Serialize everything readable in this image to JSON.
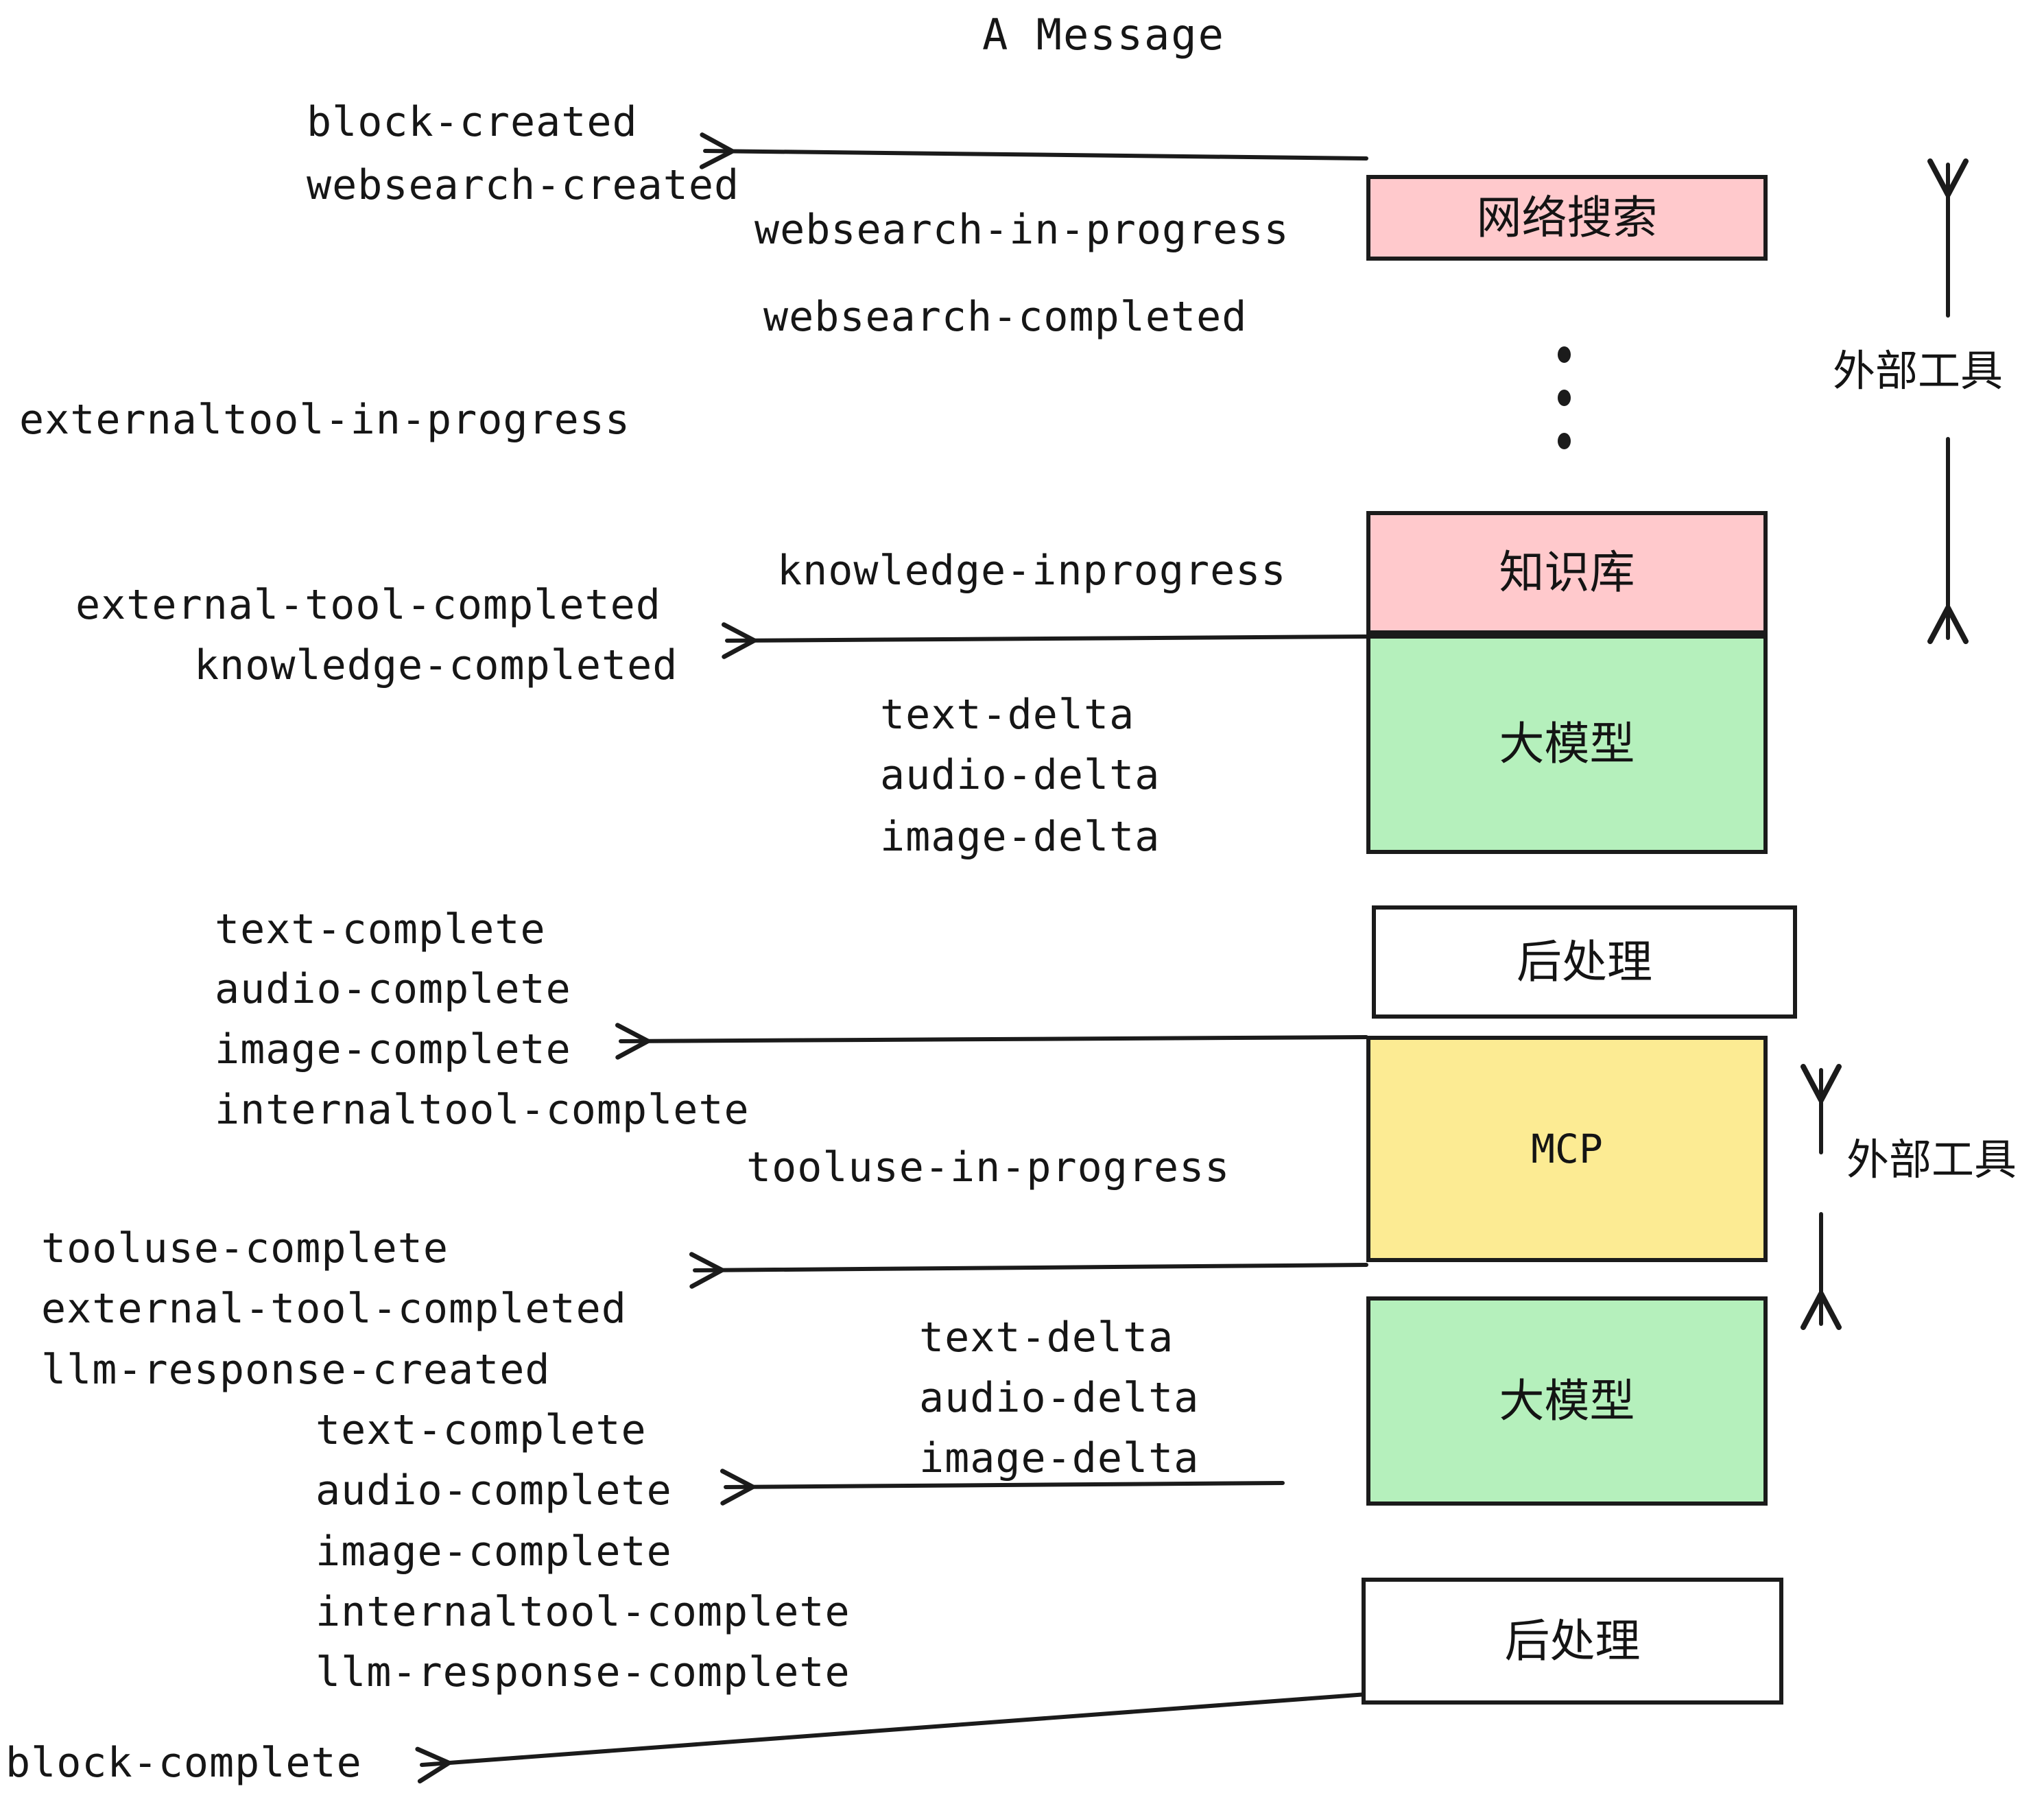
{
  "title": "A Message",
  "colors": {
    "external_tool_fill": "#ffc9cc",
    "llm_fill": "#b5f0bc",
    "mcp_fill": "#fceb93",
    "postprocess_fill": "#ffffff",
    "stroke": "#1b1b1b",
    "text": "#161616",
    "background": "#ffffff"
  },
  "boxes": {
    "websearch": "网络搜索",
    "knowledge": "知识库",
    "llm_1": "大模型",
    "postprocess_1": "后处理",
    "mcp": "MCP",
    "llm_2": "大模型",
    "postprocess_2": "后处理"
  },
  "group_labels": {
    "external_tool_top": "外部工具",
    "external_tool_bottom": "外部工具"
  },
  "events": {
    "block_created": "block-created",
    "websearch_created": "websearch-created",
    "websearch_in_progress": "websearch-in-progress",
    "websearch_completed": "websearch-completed",
    "externaltool_in_progress": "externaltool-in-progress",
    "knowledge_inprogress": "knowledge-inprogress",
    "external_tool_completed_1": "external-tool-completed",
    "knowledge_completed": "knowledge-completed",
    "text_delta_1": "text-delta",
    "audio_delta_1": "audio-delta",
    "image_delta_1": "image-delta",
    "text_complete_1": "text-complete",
    "audio_complete_1": "audio-complete",
    "image_complete_1": "image-complete",
    "internaltool_complete_1": "internaltool-complete",
    "tooluse_in_progress": "tooluse-in-progress",
    "tooluse_complete": "tooluse-complete",
    "external_tool_completed_2": "external-tool-completed",
    "llm_response_created": "llm-response-created",
    "text_delta_2": "text-delta",
    "audio_delta_2": "audio-delta",
    "image_delta_2": "image-delta",
    "text_complete_2": "text-complete",
    "audio_complete_2": "audio-complete",
    "image_complete_2": "image-complete",
    "internaltool_complete_2": "internaltool-complete",
    "llm_response_complete": "llm-response-complete",
    "block_complete": "block-complete"
  }
}
